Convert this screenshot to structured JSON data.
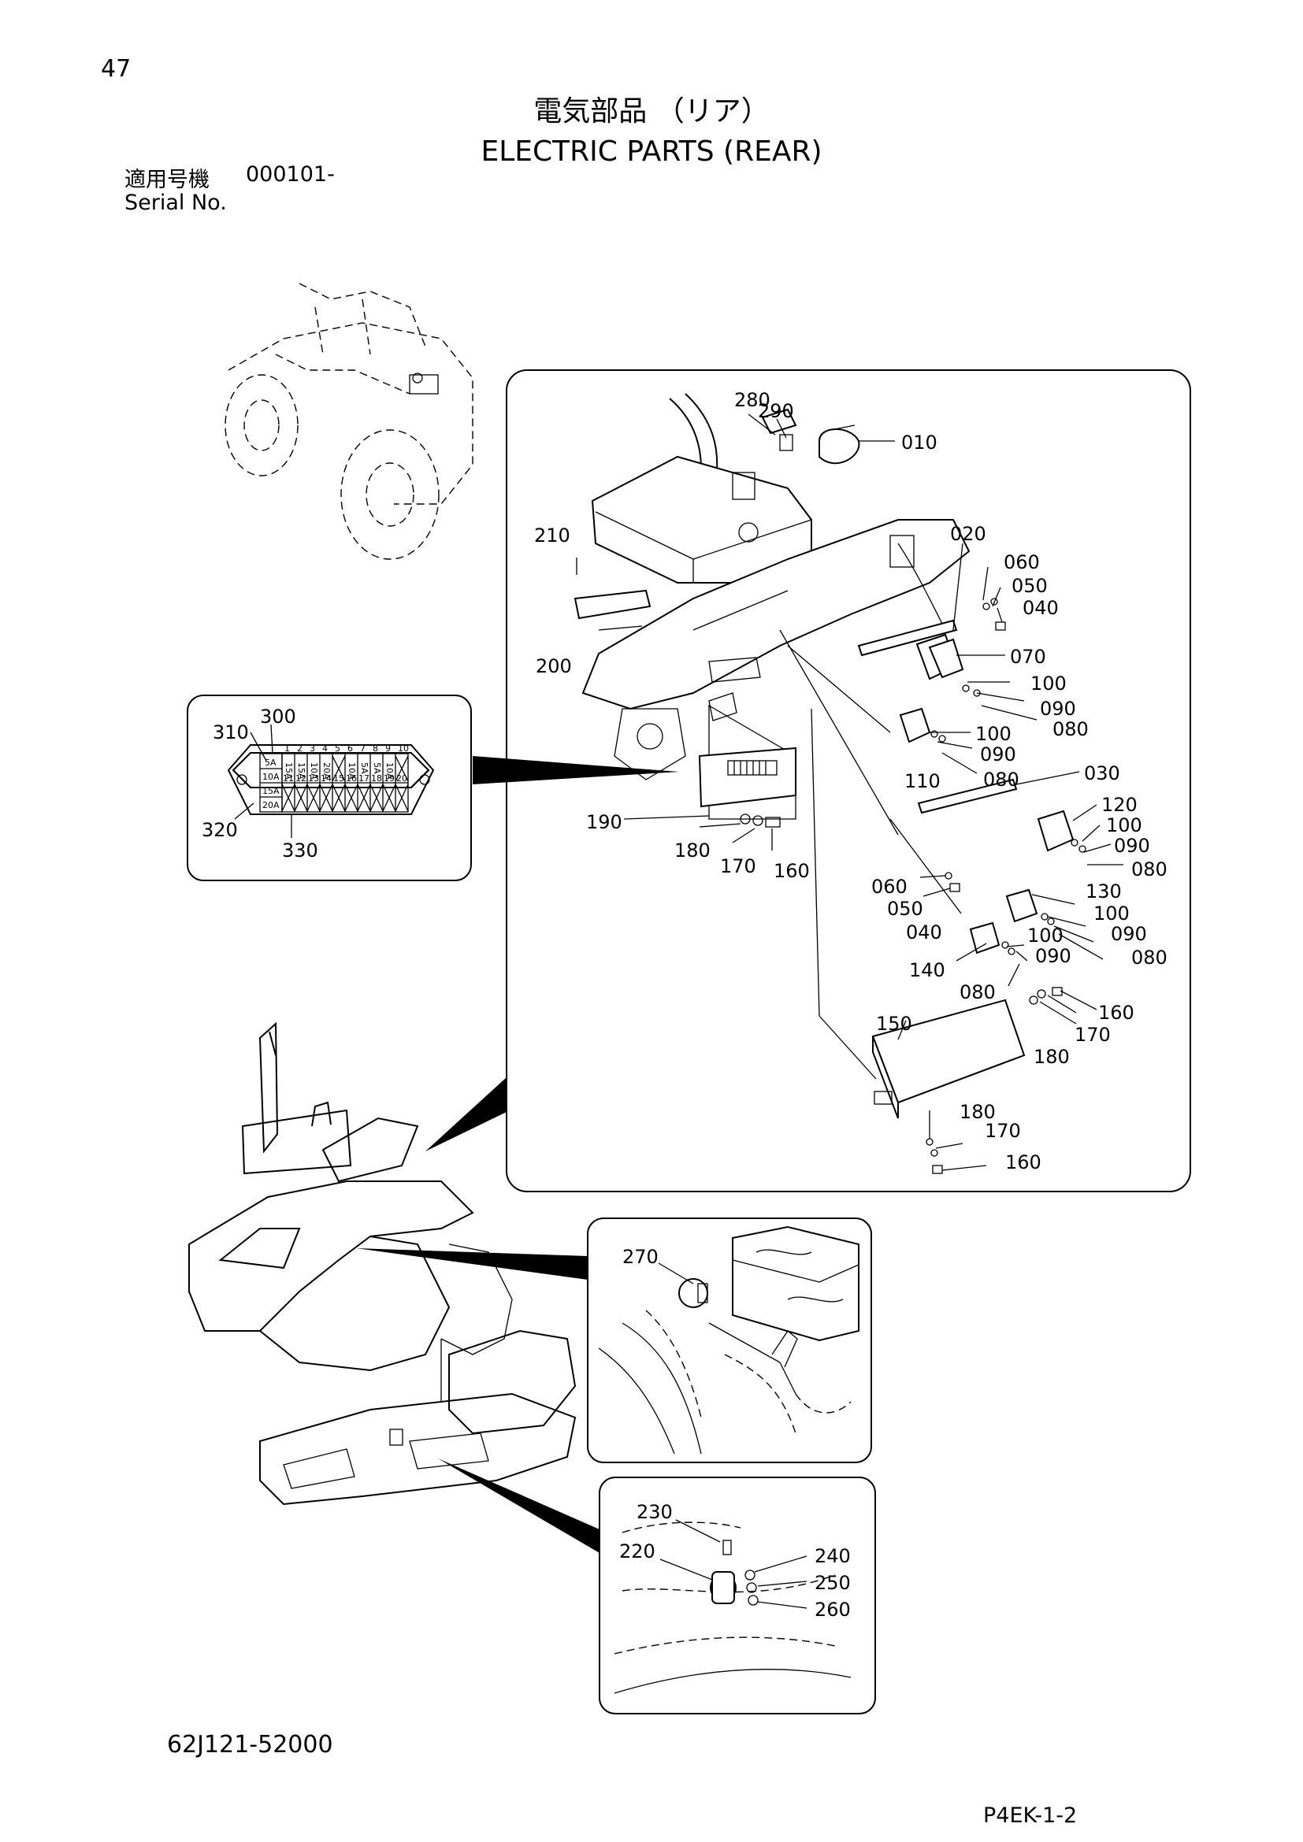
{
  "header": {
    "page_number": "47",
    "title_jp": "電気部品 （リア）",
    "title_en": "ELECTRIC PARTS (REAR)",
    "serial_jp_label": "適用号機",
    "serial_value": "000101-",
    "serial_en_label": "Serial No."
  },
  "footer": {
    "part_code": "62J121-52000",
    "page_code": "P4EK-1-2"
  },
  "fuse_box": {
    "top_numbers": [
      "1",
      "2",
      "3",
      "4",
      "5",
      "6",
      "7",
      "8",
      "9",
      "10"
    ],
    "bottom_numbers": [
      "11",
      "12",
      "13",
      "14",
      "15",
      "16",
      "17",
      "18",
      "19",
      "20"
    ],
    "top_ratings": [
      "15A",
      "15A",
      "10A",
      "20A",
      "",
      "10A",
      "5A",
      "5A",
      "10A"
    ],
    "bottom_ratings": [],
    "legend_top": [
      "5A",
      "10A"
    ],
    "legend_bottom": [
      "15A",
      "20A"
    ]
  },
  "callouts": {
    "main": [
      {
        "id": "c280",
        "label": "280"
      },
      {
        "id": "c290",
        "label": "290"
      },
      {
        "id": "c010",
        "label": "010"
      },
      {
        "id": "c210",
        "label": "210"
      },
      {
        "id": "c020",
        "label": "020"
      },
      {
        "id": "c060a",
        "label": "060"
      },
      {
        "id": "c050a",
        "label": "050"
      },
      {
        "id": "c040a",
        "label": "040"
      },
      {
        "id": "c200",
        "label": "200"
      },
      {
        "id": "c070",
        "label": "070"
      },
      {
        "id": "c100a",
        "label": "100"
      },
      {
        "id": "c090a",
        "label": "090"
      },
      {
        "id": "c080a",
        "label": "080"
      },
      {
        "id": "c100b",
        "label": "100"
      },
      {
        "id": "c090b",
        "label": "090"
      },
      {
        "id": "c110",
        "label": "110"
      },
      {
        "id": "c080b",
        "label": "080"
      },
      {
        "id": "c030",
        "label": "030"
      },
      {
        "id": "c120",
        "label": "120"
      },
      {
        "id": "c100c",
        "label": "100"
      },
      {
        "id": "c090c",
        "label": "090"
      },
      {
        "id": "c080c",
        "label": "080"
      },
      {
        "id": "c190",
        "label": "190"
      },
      {
        "id": "c180a",
        "label": "180"
      },
      {
        "id": "c170a",
        "label": "170"
      },
      {
        "id": "c160a",
        "label": "160"
      },
      {
        "id": "c060b",
        "label": "060"
      },
      {
        "id": "c130",
        "label": "130"
      },
      {
        "id": "c050b",
        "label": "050"
      },
      {
        "id": "c100d",
        "label": "100"
      },
      {
        "id": "c040b",
        "label": "040"
      },
      {
        "id": "c090d",
        "label": "090"
      },
      {
        "id": "c100e",
        "label": "100"
      },
      {
        "id": "c080d",
        "label": "080"
      },
      {
        "id": "c090e",
        "label": "090"
      },
      {
        "id": "c140",
        "label": "140"
      },
      {
        "id": "c080e",
        "label": "080"
      },
      {
        "id": "c160b",
        "label": "160"
      },
      {
        "id": "c150",
        "label": "150"
      },
      {
        "id": "c170b",
        "label": "170"
      },
      {
        "id": "c180b",
        "label": "180"
      },
      {
        "id": "c180c",
        "label": "180"
      },
      {
        "id": "c170c",
        "label": "170"
      },
      {
        "id": "c160c",
        "label": "160"
      }
    ],
    "fuse": [
      {
        "id": "c300",
        "label": "300"
      },
      {
        "id": "c310",
        "label": "310"
      },
      {
        "id": "c320",
        "label": "320"
      },
      {
        "id": "c330",
        "label": "330"
      }
    ],
    "horn": [
      {
        "id": "c270",
        "label": "270"
      }
    ],
    "lamp": [
      {
        "id": "c230",
        "label": "230"
      },
      {
        "id": "c220",
        "label": "220"
      },
      {
        "id": "c240",
        "label": "240"
      },
      {
        "id": "c250",
        "label": "250"
      },
      {
        "id": "c260",
        "label": "260"
      }
    ]
  }
}
